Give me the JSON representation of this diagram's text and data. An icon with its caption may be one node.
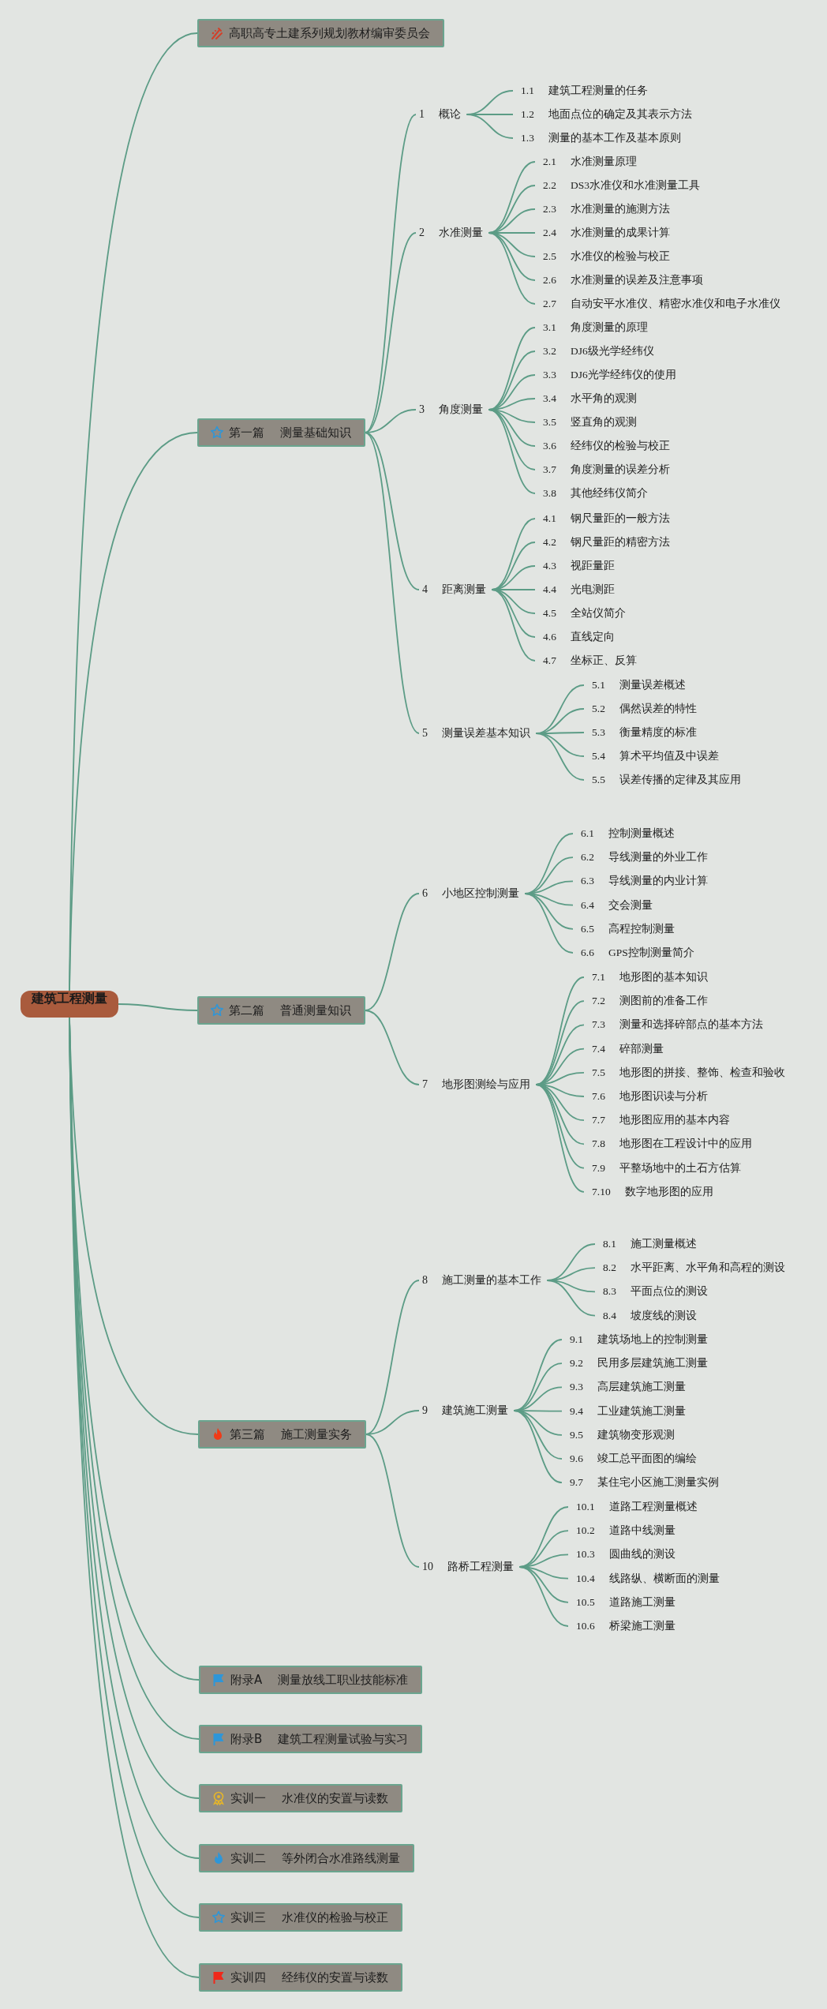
{
  "diagram": {
    "nodes": [
      {
        "text": [
          "建筑工程测量"
        ]
      },
      {
        "text": [
          "高职高专土建系列规划教材编审委员会"
        ]
      },
      {
        "text": [
          "第一篇 测量基础知识"
        ]
      },
      {
        "text": [
          "1 概论"
        ]
      },
      {
        "text": [
          "1.1 建筑工程测量的任务"
        ]
      },
      {
        "text": [
          "1.2 地面点位的确定及其表示方法"
        ]
      },
      {
        "text": [
          "1.3 测量的基本工作及基本原则"
        ]
      },
      {
        "text": [
          "2 水准测量"
        ]
      },
      {
        "text": [
          "2.1 水准测量原理"
        ]
      },
      {
        "text": [
          "2.2 DS3水准仪和水准测量工具"
        ]
      },
      {
        "text": [
          "2.3 水准测量的施测方法"
        ]
      },
      {
        "text": [
          "2.4 水准测量的成果计算"
        ]
      },
      {
        "text": [
          "2.5 水准仪的检验与校正"
        ]
      },
      {
        "text": [
          "2.6 水准测量的误差及注意事项"
        ]
      },
      {
        "text": [
          "2.7 自动安平水准仪、精密水准仪和电子水准仪"
        ]
      },
      {
        "text": [
          "3 角度测量"
        ]
      },
      {
        "text": [
          "3.1 角度测量的原理"
        ]
      },
      {
        "text": [
          "3.2 DJ6级光学经纬仪"
        ]
      },
      {
        "text": [
          "3.3 DJ6光学经纬仪的使用"
        ]
      },
      {
        "text": [
          "3.4 水平角的观测"
        ]
      },
      {
        "text": [
          "3.5 竖直角的观测"
        ]
      },
      {
        "text": [
          "3.6 经纬仪的检验与校正"
        ]
      },
      {
        "text": [
          "3.7 角度测量的误差分析"
        ]
      },
      {
        "text": [
          "3.8 其他经纬仪简介"
        ]
      },
      {
        "text": [
          "4 距离测量"
        ]
      },
      {
        "text": [
          "4.1 钢尺量距的一般方法"
        ]
      },
      {
        "text": [
          "4.2 钢尺量距的精密方法"
        ]
      },
      {
        "text": [
          "4.3 视距量距"
        ]
      },
      {
        "text": [
          "4.4 光电测距"
        ]
      },
      {
        "text": [
          "4.5 全站仪简介"
        ]
      },
      {
        "text": [
          "4.6 直线定向"
        ]
      },
      {
        "text": [
          "4.7 坐标正、反算"
        ]
      },
      {
        "text": [
          "5 测量误差基本知识"
        ]
      },
      {
        "text": [
          "5.1 测量误差概述"
        ]
      },
      {
        "text": [
          "5.2 偶然误差的特性"
        ]
      },
      {
        "text": [
          "5.3 衡量精度的标准"
        ]
      },
      {
        "text": [
          "5.4 算术平均值及中误差"
        ]
      },
      {
        "text": [
          "5.5 误差传播的定律及其应用"
        ]
      },
      {
        "text": [
          "第二篇 普通测量知识"
        ]
      },
      {
        "text": [
          "6 小地区控制测量"
        ]
      },
      {
        "text": [
          "6.1 控制测量概述"
        ]
      },
      {
        "text": [
          "6.2 导线测量的外业工作"
        ]
      },
      {
        "text": [
          "6.3 导线测量的内业计算"
        ]
      },
      {
        "text": [
          "6.4 交会测量"
        ]
      },
      {
        "text": [
          "6.5 高程控制测量"
        ]
      },
      {
        "text": [
          "6.6 GPS控制测量简介"
        ]
      },
      {
        "text": [
          "7 地形图测绘与应用"
        ]
      },
      {
        "text": [
          "7.1 地形图的基本知识"
        ]
      },
      {
        "text": [
          "7.2 测图前的准备工作"
        ]
      },
      {
        "text": [
          "7.3 测量和选择碎部点的基本方法"
        ]
      },
      {
        "text": [
          "7.4 碎部测量"
        ]
      },
      {
        "text": [
          "7.5 地形图的拼接、整饰、检查和验收"
        ]
      },
      {
        "text": [
          "7.6 地形图识读与分析"
        ]
      },
      {
        "text": [
          "7.7 地形图应用的基本内容"
        ]
      },
      {
        "text": [
          "7.8 地形图在工程设计中的应用"
        ]
      },
      {
        "text": [
          "7.9 平整场地中的土石方估算"
        ]
      },
      {
        "text": [
          "7.10 数字地形图的应用"
        ]
      },
      {
        "text": [
          "第三篇 施工测量实务"
        ]
      },
      {
        "text": [
          "8 施工测量的基本工作"
        ]
      },
      {
        "text": [
          "8.1 施工测量概述"
        ]
      },
      {
        "text": [
          "8.2 水平距离、水平角和高程的测设"
        ]
      },
      {
        "text": [
          "8.3 平面点位的测设"
        ]
      },
      {
        "text": [
          "8.4 坡度线的测设"
        ]
      },
      {
        "text": [
          "9 建筑施工测量"
        ]
      },
      {
        "text": [
          "9.1 建筑场地上的控制测量"
        ]
      },
      {
        "text": [
          "9.2 民用多层建筑施工测量"
        ]
      },
      {
        "text": [
          "9.3 高层建筑施工测量"
        ]
      },
      {
        "text": [
          "9.4 工业建筑施工测量"
        ]
      },
      {
        "text": [
          "9.5 建筑物变形观测"
        ]
      },
      {
        "text": [
          "9.6 竣工总平面图的编绘"
        ]
      },
      {
        "text": [
          "9.7 某住宅小区施工测量实例"
        ]
      },
      {
        "text": [
          "10 路桥工程测量"
        ]
      },
      {
        "text": [
          "10.1 道路工程测量概述"
        ]
      },
      {
        "text": [
          "10.2 道路中线测量"
        ]
      },
      {
        "text": [
          "10.3 圆曲线的测设"
        ]
      },
      {
        "text": [
          "10.4 线路纵、横断面的测量"
        ]
      },
      {
        "text": [
          "10.5 道路施工测量"
        ]
      },
      {
        "text": [
          "10.6 桥梁施工测量"
        ]
      },
      {
        "text": [
          "附录A 测量放线工职业技能标准"
        ]
      },
      {
        "text": [
          "附录B 建筑工程测量试验与实习"
        ]
      },
      {
        "text": [
          "实训一 水准仪的安置与读数"
        ]
      },
      {
        "text": [
          "实训二 等外闭合水准路线测量"
        ]
      },
      {
        "text": [
          "实训三 水准仪的检验与校正"
        ]
      },
      {
        "text": [
          "实训四 经纬仪的安置与读数"
        ]
      }
    ],
    "edges": [
      {
        "from": 0,
        "to": 1,
        "arrow": "none"
      },
      {
        "from": 0,
        "to": 2,
        "arrow": "none"
      },
      {
        "from": 0,
        "to": 38,
        "arrow": "none"
      },
      {
        "from": 0,
        "to": 57,
        "arrow": "none"
      },
      {
        "from": 0,
        "to": 78,
        "arrow": "none"
      },
      {
        "from": 0,
        "to": 79,
        "arrow": "none"
      },
      {
        "from": 0,
        "to": 80,
        "arrow": "none"
      },
      {
        "from": 0,
        "to": 81,
        "arrow": "none"
      },
      {
        "from": 0,
        "to": 82,
        "arrow": "none"
      },
      {
        "from": 0,
        "to": 83,
        "arrow": "none"
      },
      {
        "from": 2,
        "to": 3,
        "arrow": "none"
      },
      {
        "from": 2,
        "to": 7,
        "arrow": "none"
      },
      {
        "from": 2,
        "to": 15,
        "arrow": "none"
      },
      {
        "from": 2,
        "to": 24,
        "arrow": "none"
      },
      {
        "from": 2,
        "to": 32,
        "arrow": "none"
      },
      {
        "from": 38,
        "to": 39,
        "arrow": "none"
      },
      {
        "from": 38,
        "to": 46,
        "arrow": "none"
      },
      {
        "from": 57,
        "to": 58,
        "arrow": "none"
      },
      {
        "from": 57,
        "to": 63,
        "arrow": "none"
      },
      {
        "from": 57,
        "to": 71,
        "arrow": "none"
      },
      {
        "from": 3,
        "to": 4,
        "arrow": "none"
      },
      {
        "from": 3,
        "to": 5,
        "arrow": "none"
      },
      {
        "from": 3,
        "to": 6,
        "arrow": "none"
      },
      {
        "from": 7,
        "to": 8,
        "arrow": "none"
      },
      {
        "from": 7,
        "to": 9,
        "arrow": "none"
      },
      {
        "from": 7,
        "to": 10,
        "arrow": "none"
      },
      {
        "from": 7,
        "to": 11,
        "arrow": "none"
      },
      {
        "from": 7,
        "to": 12,
        "arrow": "none"
      },
      {
        "from": 7,
        "to": 13,
        "arrow": "none"
      },
      {
        "from": 7,
        "to": 14,
        "arrow": "none"
      },
      {
        "from": 15,
        "to": 16,
        "arrow": "none"
      },
      {
        "from": 15,
        "to": 17,
        "arrow": "none"
      },
      {
        "from": 15,
        "to": 18,
        "arrow": "none"
      },
      {
        "from": 15,
        "to": 19,
        "arrow": "none"
      },
      {
        "from": 15,
        "to": 20,
        "arrow": "none"
      },
      {
        "from": 15,
        "to": 21,
        "arrow": "none"
      },
      {
        "from": 15,
        "to": 22,
        "arrow": "none"
      },
      {
        "from": 15,
        "to": 23,
        "arrow": "none"
      },
      {
        "from": 24,
        "to": 25,
        "arrow": "none"
      },
      {
        "from": 24,
        "to": 26,
        "arrow": "none"
      },
      {
        "from": 24,
        "to": 27,
        "arrow": "none"
      },
      {
        "from": 24,
        "to": 28,
        "arrow": "none"
      },
      {
        "from": 24,
        "to": 29,
        "arrow": "none"
      },
      {
        "from": 24,
        "to": 30,
        "arrow": "none"
      },
      {
        "from": 24,
        "to": 31,
        "arrow": "none"
      },
      {
        "from": 32,
        "to": 33,
        "arrow": "none"
      },
      {
        "from": 32,
        "to": 34,
        "arrow": "none"
      },
      {
        "from": 32,
        "to": 35,
        "arrow": "none"
      },
      {
        "from": 32,
        "to": 36,
        "arrow": "none"
      },
      {
        "from": 32,
        "to": 37,
        "arrow": "none"
      },
      {
        "from": 39,
        "to": 40,
        "arrow": "none"
      },
      {
        "from": 39,
        "to": 41,
        "arrow": "none"
      },
      {
        "from": 39,
        "to": 42,
        "arrow": "none"
      },
      {
        "from": 39,
        "to": 43,
        "arrow": "none"
      },
      {
        "from": 39,
        "to": 44,
        "arrow": "none"
      },
      {
        "from": 39,
        "to": 45,
        "arrow": "none"
      },
      {
        "from": 46,
        "to": 47,
        "arrow": "none"
      },
      {
        "from": 46,
        "to": 48,
        "arrow": "none"
      },
      {
        "from": 46,
        "to": 49,
        "arrow": "none"
      },
      {
        "from": 46,
        "to": 50,
        "arrow": "none"
      },
      {
        "from": 46,
        "to": 51,
        "arrow": "none"
      },
      {
        "from": 46,
        "to": 52,
        "arrow": "none"
      },
      {
        "from": 46,
        "to": 53,
        "arrow": "none"
      },
      {
        "from": 46,
        "to": 54,
        "arrow": "none"
      },
      {
        "from": 46,
        "to": 55,
        "arrow": "none"
      },
      {
        "from": 46,
        "to": 56,
        "arrow": "none"
      },
      {
        "from": 58,
        "to": 59,
        "arrow": "none"
      },
      {
        "from": 58,
        "to": 60,
        "arrow": "none"
      },
      {
        "from": 58,
        "to": 61,
        "arrow": "none"
      },
      {
        "from": 58,
        "to": 62,
        "arrow": "none"
      },
      {
        "from": 63,
        "to": 64,
        "arrow": "none"
      },
      {
        "from": 63,
        "to": 65,
        "arrow": "none"
      },
      {
        "from": 63,
        "to": 66,
        "arrow": "none"
      },
      {
        "from": 63,
        "to": 67,
        "arrow": "none"
      },
      {
        "from": 63,
        "to": 68,
        "arrow": "none"
      },
      {
        "from": 63,
        "to": 69,
        "arrow": "none"
      },
      {
        "from": 63,
        "to": 70,
        "arrow": "none"
      },
      {
        "from": 71,
        "to": 72,
        "arrow": "none"
      },
      {
        "from": 71,
        "to": 73,
        "arrow": "none"
      },
      {
        "from": 71,
        "to": 74,
        "arrow": "none"
      },
      {
        "from": 71,
        "to": 75,
        "arrow": "none"
      },
      {
        "from": 71,
        "to": 76,
        "arrow": "none"
      },
      {
        "from": 71,
        "to": 77,
        "arrow": "none"
      }
    ]
  }
}
